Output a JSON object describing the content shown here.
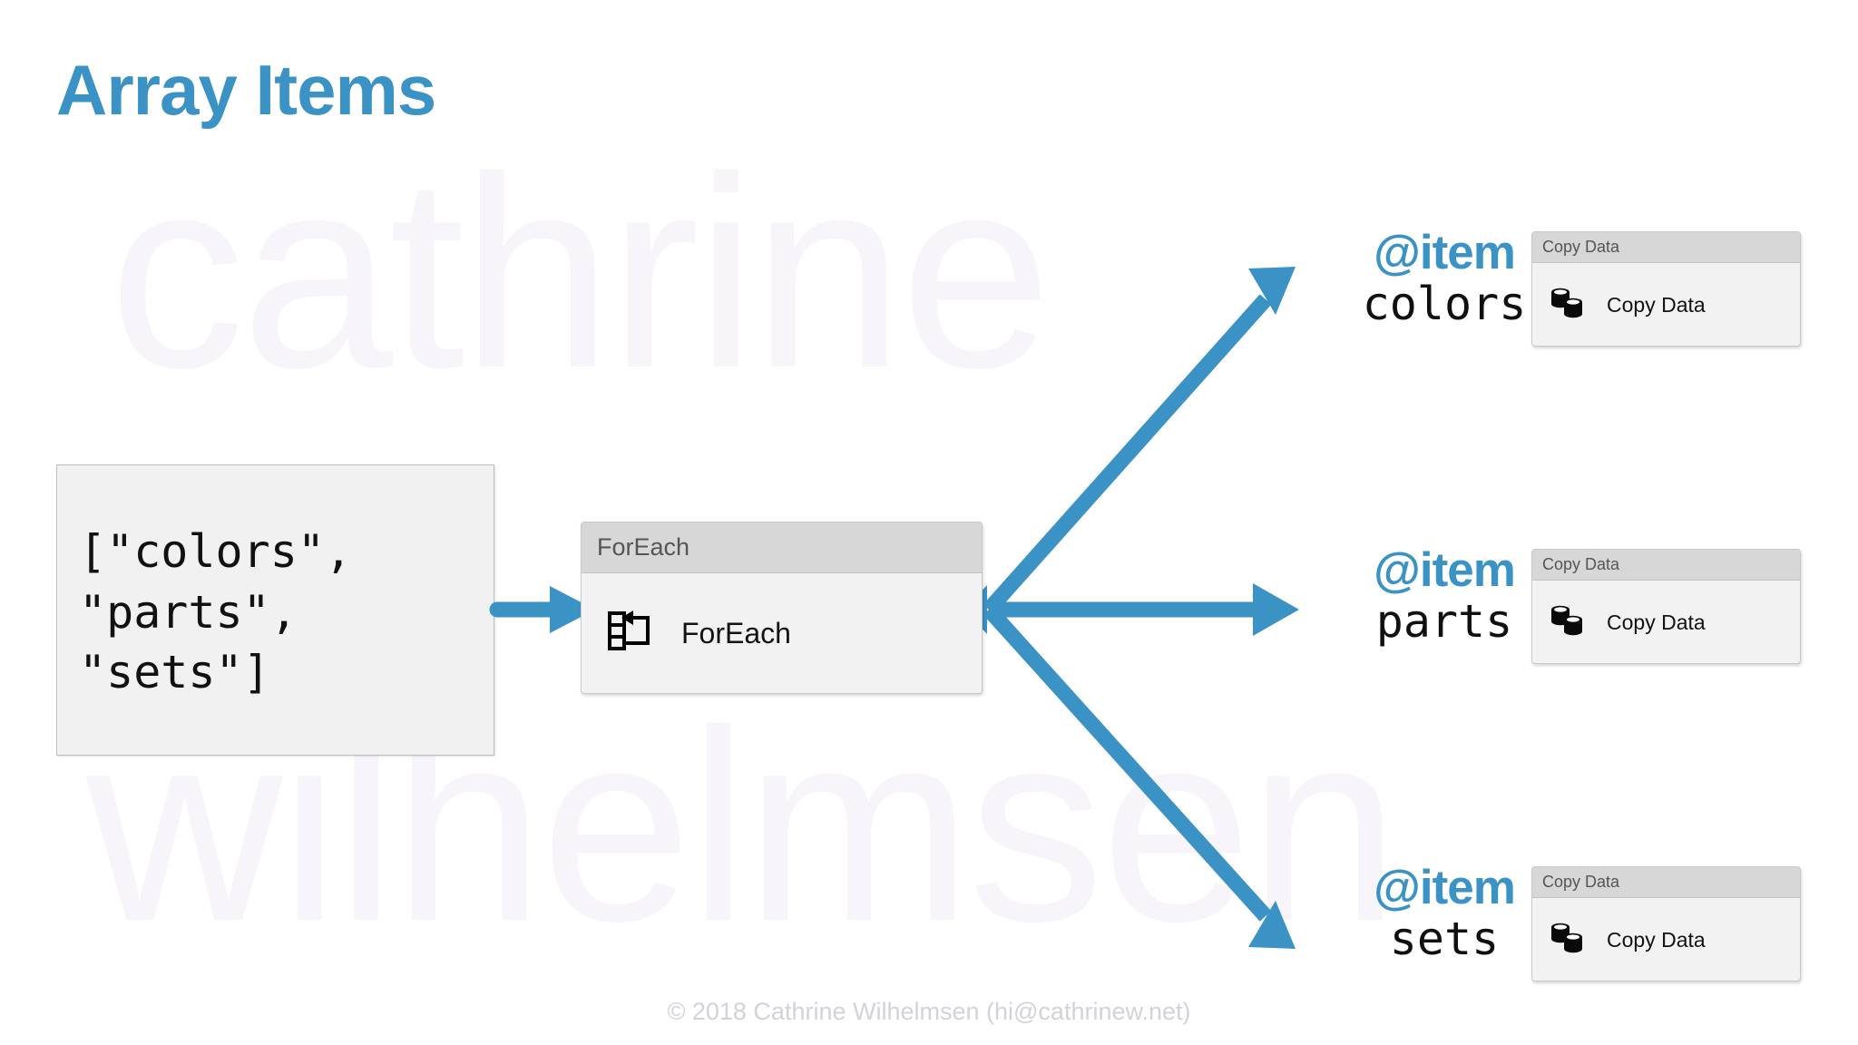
{
  "slide": {
    "title": "Array Items",
    "footer": "© 2018 Cathrine Wilhelmsen (hi@cathrinew.net)",
    "watermark_line1": "cathrine",
    "watermark_line2": "wilhelmsen",
    "accent_color": "#3b92c4",
    "background_color": "#ffffff"
  },
  "source": {
    "array_text": "[\"colors\",\n\"parts\",\n\"sets\"]",
    "box_fill": "#f1f1f1",
    "box_border": "#bdbdbd"
  },
  "foreach": {
    "header_label": "ForEach",
    "body_label": "ForEach",
    "icon": "foreach-loop-icon",
    "header_fill": "#d7d7d7",
    "body_fill": "#f2f2f2"
  },
  "branches": [
    {
      "at_label": "@item",
      "value": "colors",
      "activity": {
        "header_label": "Copy Data",
        "body_label": "Copy Data",
        "icon": "copy-data-database-icon"
      }
    },
    {
      "at_label": "@item",
      "value": "parts",
      "activity": {
        "header_label": "Copy Data",
        "body_label": "Copy Data",
        "icon": "copy-data-database-icon"
      }
    },
    {
      "at_label": "@item",
      "value": "sets",
      "activity": {
        "header_label": "Copy Data",
        "body_label": "Copy Data",
        "icon": "copy-data-database-icon"
      }
    }
  ],
  "connectors": {
    "color": "#3b92c4",
    "source_to_foreach": "arrow-right",
    "fan_out": [
      "arrow-up-right",
      "arrow-right",
      "arrow-down-right"
    ]
  }
}
